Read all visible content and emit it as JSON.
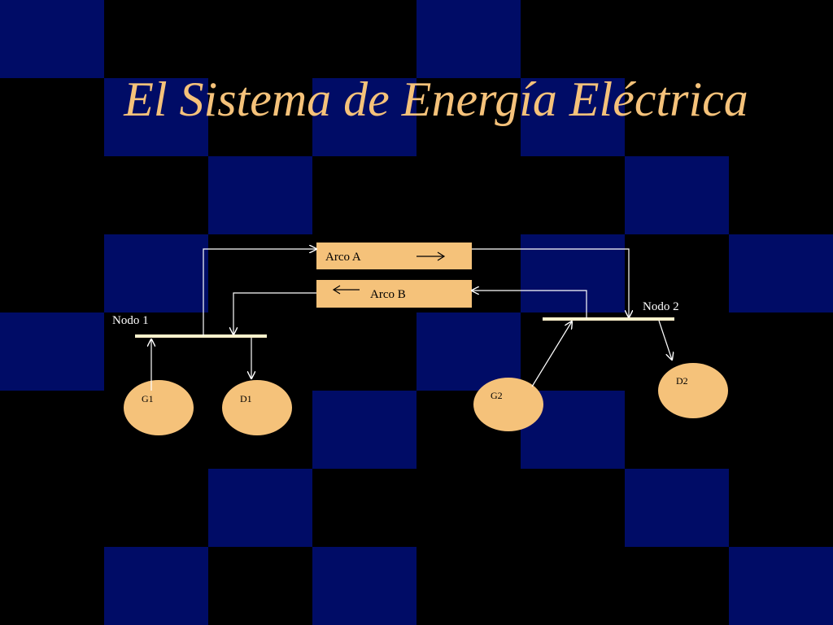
{
  "slide": {
    "title": "El Sistema de Energía Eléctrica"
  },
  "diagram": {
    "arcs": [
      {
        "id": "arc-a",
        "label": "Arco A"
      },
      {
        "id": "arc-b",
        "label": "Arco B"
      }
    ],
    "nodes": [
      {
        "id": "node-1",
        "label": "Nodo 1"
      },
      {
        "id": "node-2",
        "label": "Nodo 2"
      }
    ],
    "units": [
      {
        "id": "g1",
        "label": "G1"
      },
      {
        "id": "d1",
        "label": "D1"
      },
      {
        "id": "g2",
        "label": "G2"
      },
      {
        "id": "d2",
        "label": "D2"
      }
    ]
  },
  "colors": {
    "background": "#000000",
    "tile_blue": "#000c66",
    "accent": "#f5c27a",
    "line": "#ffffff",
    "bus_bar": "#fff2cc"
  }
}
